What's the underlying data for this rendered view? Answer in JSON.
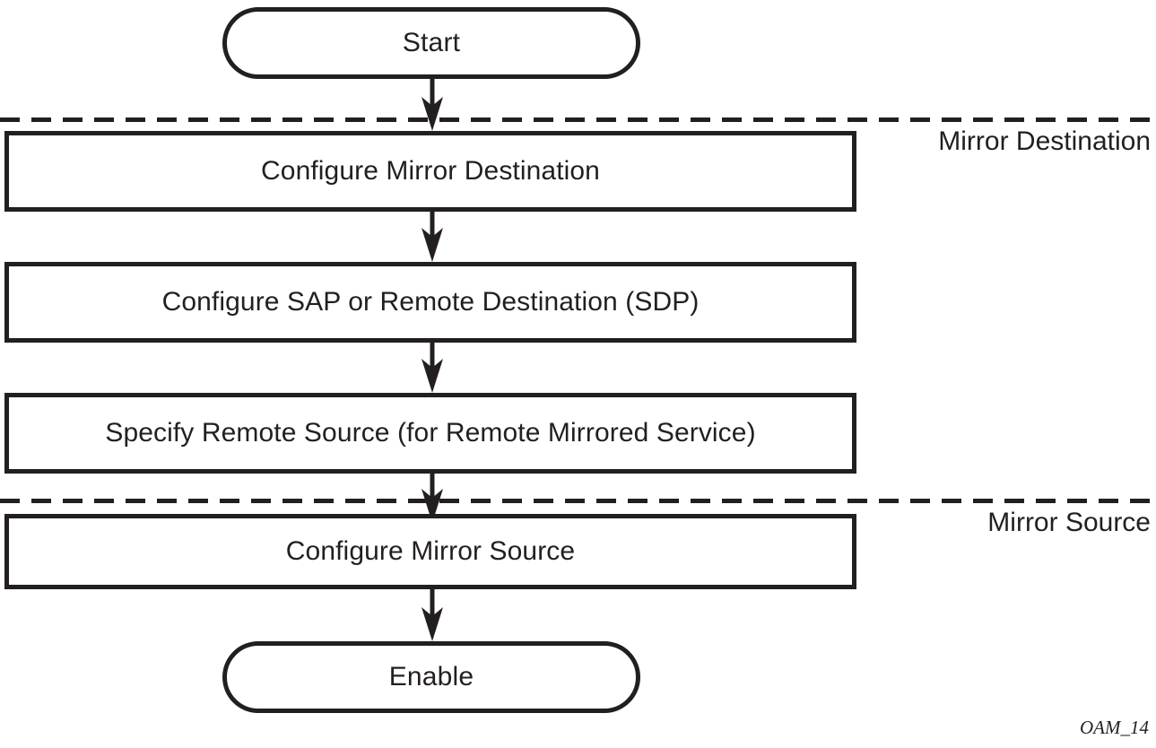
{
  "diagram": {
    "caption": "OAM_14",
    "colors": {
      "stroke": "#231f20",
      "fill": "#ffffff",
      "background": "#ffffff"
    },
    "nodes": [
      {
        "id": "start",
        "type": "terminal",
        "label": "Start"
      },
      {
        "id": "cfg-mirror-dst",
        "type": "process",
        "label": "Configure Mirror Destination"
      },
      {
        "id": "cfg-sap-sdp",
        "type": "process",
        "label": "Configure SAP or Remote Destination (SDP)"
      },
      {
        "id": "spec-remote-src",
        "type": "process",
        "label": "Specify Remote Source (for Remote Mirrored Service)"
      },
      {
        "id": "cfg-mirror-src",
        "type": "process",
        "label": "Configure Mirror Source"
      },
      {
        "id": "enable",
        "type": "terminal",
        "label": "Enable"
      }
    ],
    "zones": [
      {
        "id": "mirror-destination",
        "label": "Mirror Destination"
      },
      {
        "id": "mirror-source",
        "label": "Mirror Source"
      }
    ],
    "edges": [
      {
        "from": "start",
        "to": "cfg-mirror-dst"
      },
      {
        "from": "cfg-mirror-dst",
        "to": "cfg-sap-sdp"
      },
      {
        "from": "cfg-sap-sdp",
        "to": "spec-remote-src"
      },
      {
        "from": "spec-remote-src",
        "to": "cfg-mirror-src"
      },
      {
        "from": "cfg-mirror-src",
        "to": "enable"
      }
    ]
  }
}
